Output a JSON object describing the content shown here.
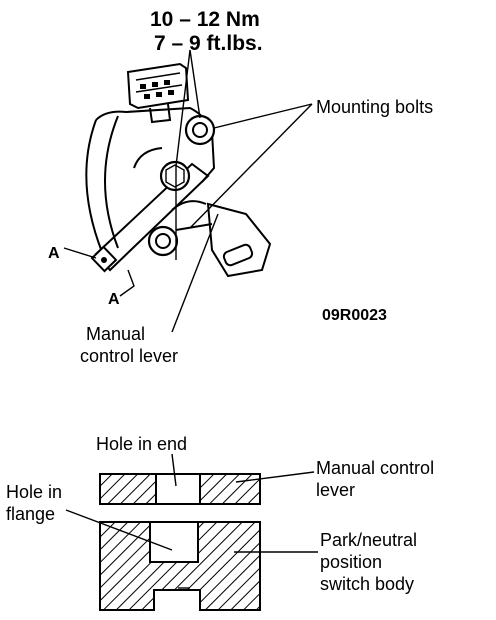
{
  "upper": {
    "torque_nm": "10 – 12 Nm",
    "torque_ft": "7 – 9 ft.lbs.",
    "mounting_bolts": "Mounting bolts",
    "section_mark_1": "A",
    "section_mark_2": "A",
    "figure_code": "09R0023",
    "manual_lever_line1": "Manual",
    "manual_lever_line2": "control lever"
  },
  "lower": {
    "hole_in_end": "Hole in end",
    "hole_in_flange_line1": "Hole in",
    "hole_in_flange_line2": "flange",
    "manual_control_line1": "Manual control",
    "manual_control_line2": "lever",
    "switch_body_line1": "Park/neutral",
    "switch_body_line2": "position",
    "switch_body_line3": "switch body"
  }
}
